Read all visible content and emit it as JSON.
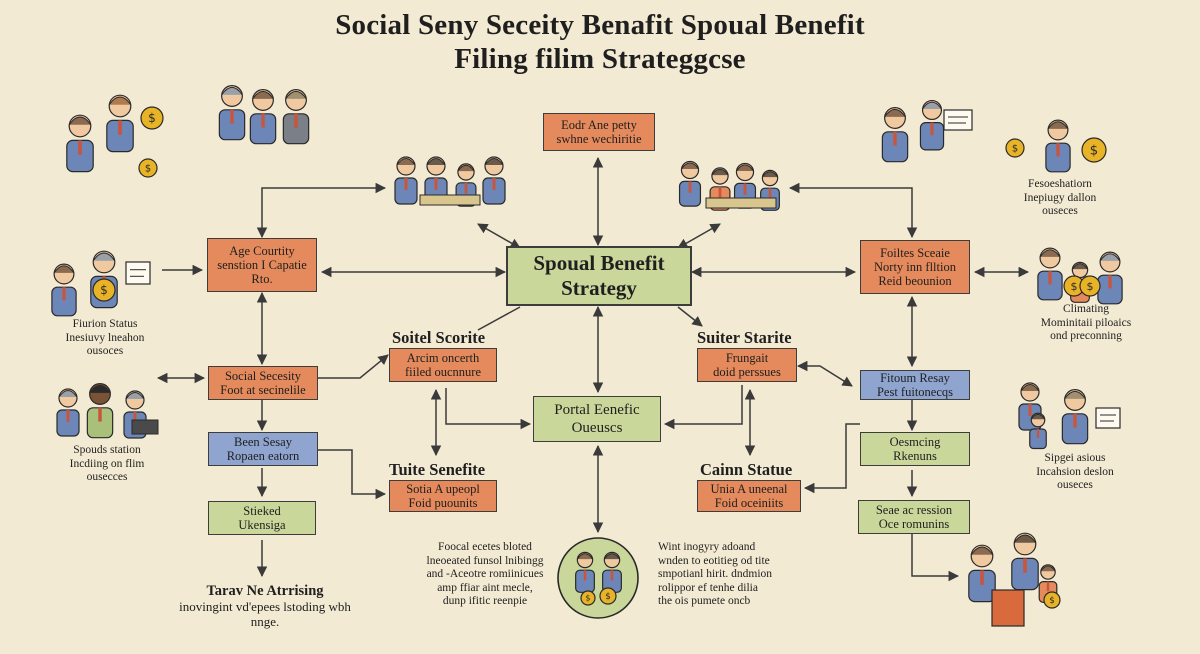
{
  "title": {
    "line1": "Social Seny Seceity Benafit Spoual Benefit",
    "line2": "Filing filim Strateggcse"
  },
  "center": {
    "line1": "Spoual Benefit",
    "line2": "Strategy"
  },
  "boxes": {
    "top": {
      "line1": "Eodr Ane petty",
      "line2": "swhne wechiritie"
    },
    "age": {
      "line1": "Age Courtity",
      "line2": "senstion I Capatie",
      "line3": "Rto."
    },
    "right_top": {
      "line1": "Foiltes Sceaie",
      "line2": "Norty inn flltion",
      "line3": "Reid beounion"
    },
    "social_security": {
      "line1": "Social Secesity",
      "line2": "Foot at secinelile"
    },
    "been": {
      "line1": "Been Sesay",
      "line2": "Ropaen eatorn"
    },
    "stoked": {
      "line1": "Stieked",
      "line2": "Ukensiga"
    },
    "arcim": {
      "line1": "Arcim oncerth",
      "line2": "fiiled oucnnure"
    },
    "frungait": {
      "line1": "Frungait",
      "line2": "doid perssues"
    },
    "portal": {
      "line1": "Portal Eenefic",
      "line2": "Oueuscs"
    },
    "fitoum": {
      "line1": "Fitoum Resay",
      "line2": "Pest fuitonecqs"
    },
    "oesmcing": {
      "line1": "Oesmcing",
      "line2": "Rkenuns"
    },
    "seae": {
      "line1": "Seae ac ression",
      "line2": "Oce romunins"
    },
    "sotia": {
      "line1": "Sotia A upeopl",
      "line2": "Foid puounits"
    },
    "unia": {
      "line1": "Unia A uneenal",
      "line2": "Foid oceiniits"
    }
  },
  "headings": {
    "soitel": "Soitel Scorite",
    "suiter": "Suiter Starite",
    "tuite": "Tuite Senefite",
    "cainn": "Cainn Statue"
  },
  "captions": {
    "filing_status": {
      "line1": "Fiurion Status",
      "line2": "Inesiuvy lneahon",
      "line3": "ousoces"
    },
    "spouds": {
      "line1": "Spouds station",
      "line2": "Incdiing on flim",
      "line3": "ousecces"
    },
    "forecast": {
      "line1": "Fesoeshatiorn",
      "line2": "Inepiugy dallon",
      "line3": "ouseces"
    },
    "climating": {
      "line1": "Climating",
      "line2": "Mominitaii piloaics",
      "line3": "ond preconning"
    },
    "sipgei": {
      "line1": "Sipgei asious",
      "line2": "Incahsion deslon",
      "line3": "ouseces"
    },
    "tarav": {
      "line1": "Tarav Ne Atrrising",
      "line2": "inovingint vd'epees lstoding wbh",
      "line3": "nnge."
    },
    "foocal": {
      "line1": "Foocal ecetes bloted",
      "line2": "lneoeated funsol lnibingg",
      "line3": "and -Aceotre romiinicues",
      "line4": "amp ffiar aint mecle,",
      "line5": "dunp ifitic reenpie"
    },
    "what": {
      "line1": "Wint inogyry adoand",
      "line2": "wnden to eotitieg od tite",
      "line3": "smpotianl hirit. dndmion",
      "line4": "rolippor ef tenhe dilia",
      "line5": "the ois pumete oncb"
    }
  },
  "colors": {
    "background": "#f3ead3",
    "orange_box": "#e48a5c",
    "green_box": "#c9d79b",
    "blue_box": "#8fa5d0",
    "line": "#3a3a3a",
    "figure_suit": "#6d86b8",
    "coin": "#e8b326"
  },
  "icons": [
    "people-group-icon",
    "dollar-coin-icon",
    "chart-board-icon",
    "briefcase-icon",
    "family-icon",
    "computer-desk-icon"
  ]
}
